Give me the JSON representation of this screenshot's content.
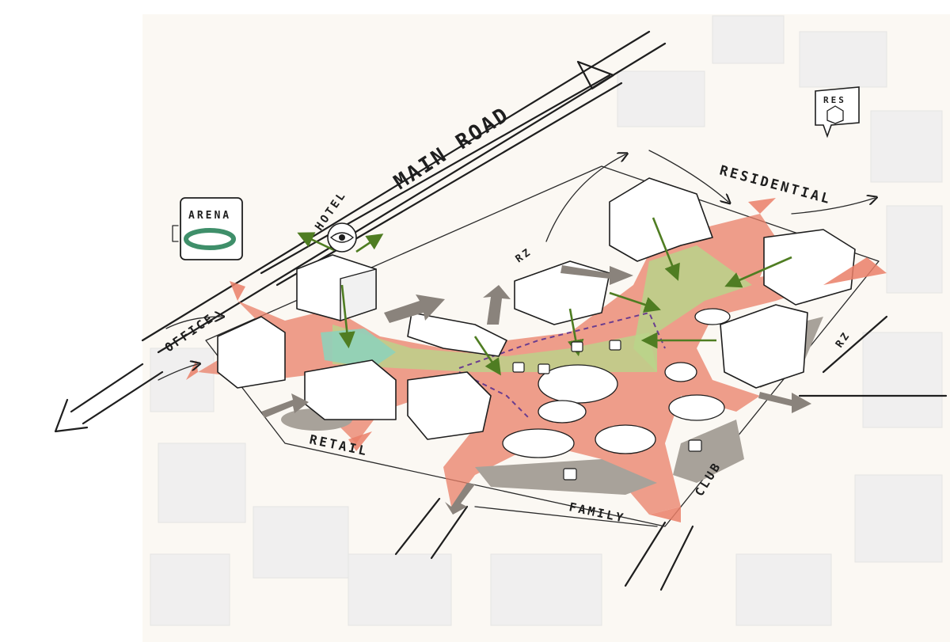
{
  "labels": {
    "main_road": "MAIN ROAD",
    "arena": "ARENA",
    "hotel": "HOTEL",
    "office": "OFFICE",
    "residential": "RESIDENTIAL",
    "retail": "RETAIL",
    "family": "FAMILY",
    "club": "CLUB",
    "res_box": "RES",
    "rz_left": "RZ",
    "rz_right": "RZ"
  },
  "colors": {
    "paper": "#fbf8f3",
    "ink": "#1e1e1e",
    "circulation": "#ea7f67",
    "green_space": "#b9d48a",
    "water": "#8fd1b9",
    "park_shadow": "#a8a29a",
    "green_arrows": "#4f7d22",
    "grey_arrows": "#8a837c",
    "event_path": "#6a3d8f"
  },
  "icons": [
    "arena-icon",
    "hotel-eye-icon",
    "residential-box-icon",
    "speech-bubble-icon"
  ]
}
